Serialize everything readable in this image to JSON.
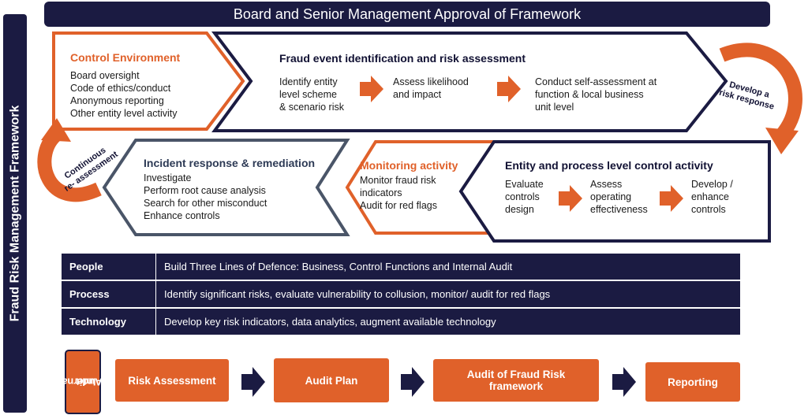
{
  "side_title": "Fraud Risk Management Framework",
  "top_title": "Board and Senior Management Approval of Framework",
  "control_environment": {
    "title": "Control Environment",
    "items": [
      "Board oversight",
      "Code of ethics/conduct",
      "Anonymous reporting",
      "Other entity  level activity"
    ]
  },
  "fraud_event": {
    "title": "Fraud event identification and risk assessment",
    "steps": [
      [
        "Identify entity",
        "level scheme",
        "& scenario risk"
      ],
      [
        "Assess likelihood",
        "and impact"
      ],
      [
        "Conduct self-assessment at",
        "function & local business",
        "unit level"
      ]
    ]
  },
  "develop_label": [
    "Develop a",
    "risk response"
  ],
  "continuous_label": [
    "Continuous",
    "re- assessment"
  ],
  "incident": {
    "title": "Incident response & remediation",
    "items": [
      "Investigate",
      "Perform root cause analysis",
      "Search for other misconduct",
      "Enhance controls"
    ]
  },
  "monitoring": {
    "title": "Monitoring activity",
    "items": [
      "Monitor fraud risk",
      "indicators",
      "Audit for red flags"
    ]
  },
  "entity_process": {
    "title": "Entity and process level control activity",
    "steps": [
      [
        "Evaluate",
        "controls",
        "design"
      ],
      [
        "Assess",
        "operating",
        "effectiveness"
      ],
      [
        "Develop /",
        "enhance",
        "controls"
      ]
    ]
  },
  "bands": [
    {
      "label": "People",
      "value": "Build Three Lines of Defence: Business, Control Functions and Internal Audit"
    },
    {
      "label": "Process",
      "value": "Identify significant risks, evaluate vulnerability to collusion, monitor/ audit for red flags"
    },
    {
      "label": "Technology",
      "value": "Develop key risk indicators, data analytics, augment available technology"
    }
  ],
  "internal_audit": [
    "Internal",
    "Audit"
  ],
  "audit_steps": [
    "Risk Assessment",
    "Audit Plan",
    "Audit of Fraud Risk framework",
    "Reporting"
  ],
  "colors": {
    "navy": "#1b1b42",
    "orange": "#e0612a",
    "slate": "#4a5568"
  }
}
